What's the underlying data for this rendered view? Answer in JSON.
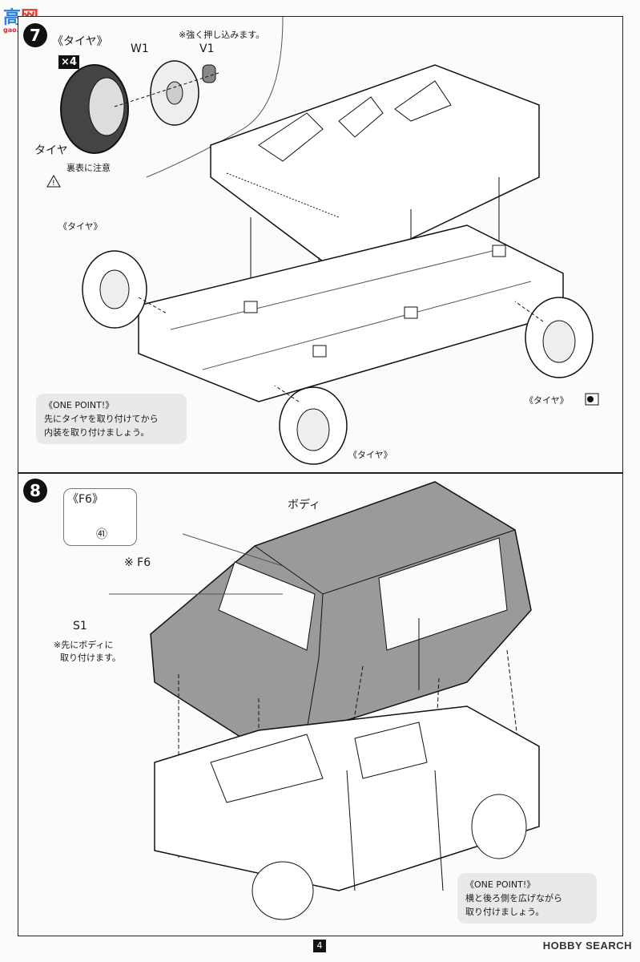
{
  "watermark": {
    "logo_top": "高",
    "logo_mid": "网",
    "logo_sub": "gao.shou.com"
  },
  "step7": {
    "number": "7",
    "tire_group_label": "《タイヤ》",
    "quantity": "×4",
    "part_w1": "W1",
    "part_v1": "V1",
    "press_note": "※強く押し込みます。",
    "tire_label": "タイヤ",
    "caution": "裏表に注意",
    "tire_callout_left": "《タイヤ》",
    "tire_callout_right": "《タイヤ》",
    "tire_callout_bottom": "《タイヤ》",
    "one_point_title": "《ONE POINT!》",
    "one_point_line1": "先にタイヤを取り付けてから",
    "one_point_line2": "内装を取り付けましょう。"
  },
  "step8": {
    "number": "8",
    "f6_box_label": "《F6》",
    "f6_box_num": "㊶",
    "body_label": "ボディ",
    "part_f6": "※ F6",
    "part_s1": "S1",
    "s1_note_line1": "※先にボディに",
    "s1_note_line2": "取り付けます。",
    "one_point_title": "《ONE POINT!》",
    "one_point_line1": "横と後ろ側を広げながら",
    "one_point_line2": "取り付けましょう。"
  },
  "footer": {
    "page": "4",
    "brand": "HOBBY SEARCH"
  }
}
